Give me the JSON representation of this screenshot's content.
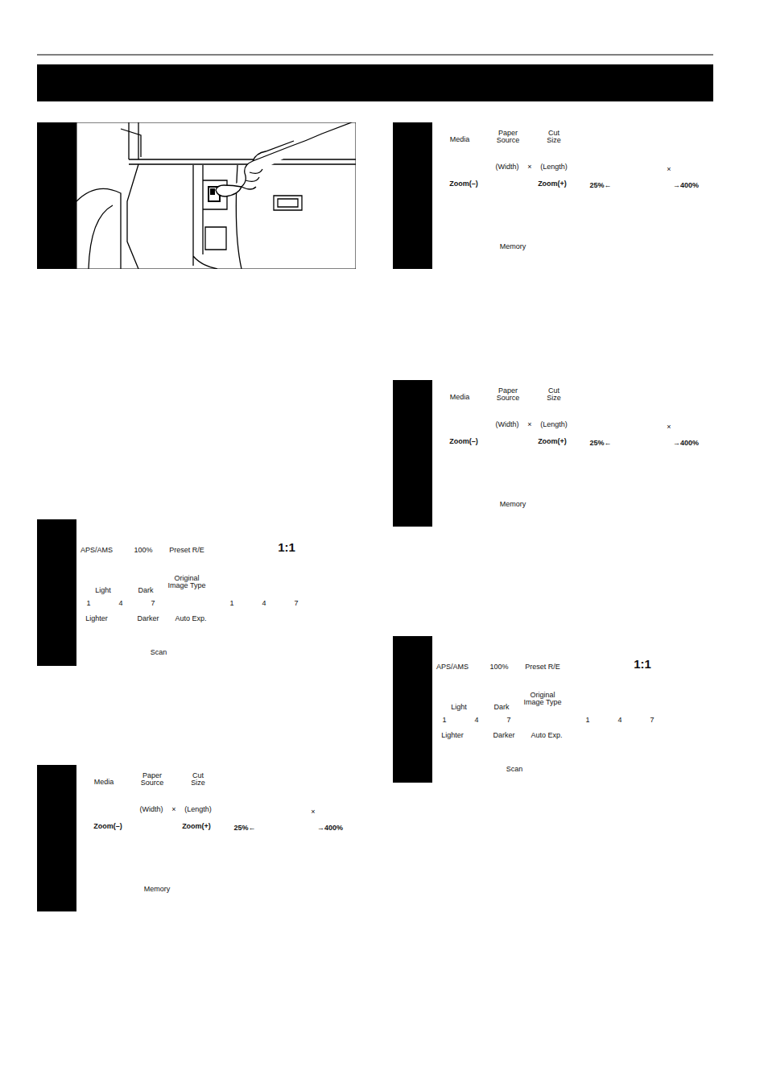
{
  "diagram": {
    "labels": [
      "APS/AMS",
      "100%",
      "Preset R/E",
      "Light",
      "Dark",
      "Original Image Type",
      "1",
      "4",
      "7",
      "Lighter",
      "Darker",
      "Auto Exp.",
      "Scan",
      "1:1",
      "1",
      "4",
      "7",
      "Media",
      "Paper Source",
      "Cut Size",
      "(Width)",
      "×",
      "(Length)",
      "Zoom(–)",
      "Zoom(+)",
      "Memory",
      "×",
      "25%←",
      "→400%",
      "Media",
      "Paper Source",
      "Cut Size",
      "(Width)",
      "×",
      "(Length)",
      "Zoom(–)",
      "Zoom(+)",
      "Memory",
      "×",
      "25%←",
      "→400%",
      "Media",
      "Paper Source",
      "Cut Size",
      "(Width)",
      "×",
      "(Length)",
      "Zoom(–)",
      "Zoom(+)",
      "Memory",
      "×",
      "25%←",
      "→400%",
      "APS/AMS",
      "100%",
      "Preset R/E",
      "Light",
      "Dark",
      "Original Image Type",
      "1",
      "4",
      "7",
      "Lighter",
      "Darker",
      "Auto Exp.",
      "Scan",
      "1:1",
      "1",
      "4",
      "7"
    ]
  }
}
